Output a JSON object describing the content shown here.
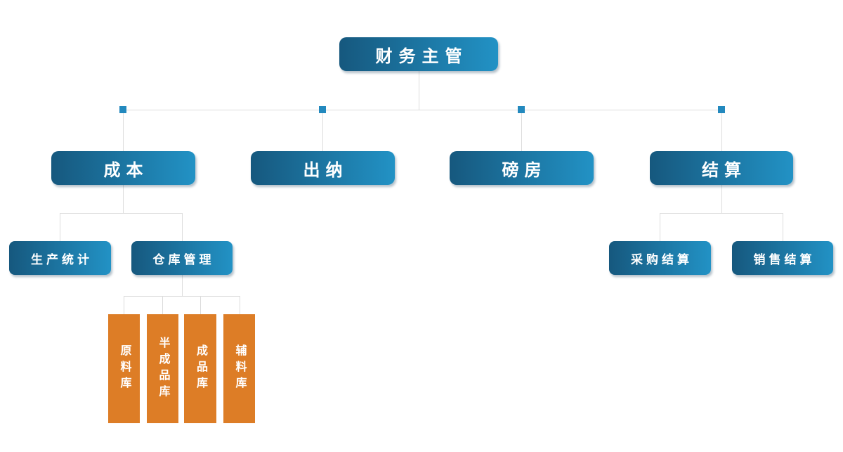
{
  "hierarchy": {
    "label": "财务主管",
    "children": [
      {
        "label": "成本",
        "children": [
          {
            "label": "生产统计"
          },
          {
            "label": "仓库管理",
            "children": [
              {
                "label": "原料库"
              },
              {
                "label": "半成品库"
              },
              {
                "label": "成品库"
              },
              {
                "label": "辅料库"
              }
            ]
          }
        ]
      },
      {
        "label": "出纳"
      },
      {
        "label": "磅房"
      },
      {
        "label": "结算",
        "children": [
          {
            "label": "采购结算"
          },
          {
            "label": "销售结算"
          }
        ]
      }
    ]
  },
  "colors": {
    "node_gradient_start": "#16587e",
    "node_gradient_end": "#2292c5",
    "node_orange": "#dd7d26",
    "connector_line": "#dcdcdc",
    "connector_square": "#2389be",
    "node_text": "#ffffff",
    "background": "#ffffff"
  }
}
